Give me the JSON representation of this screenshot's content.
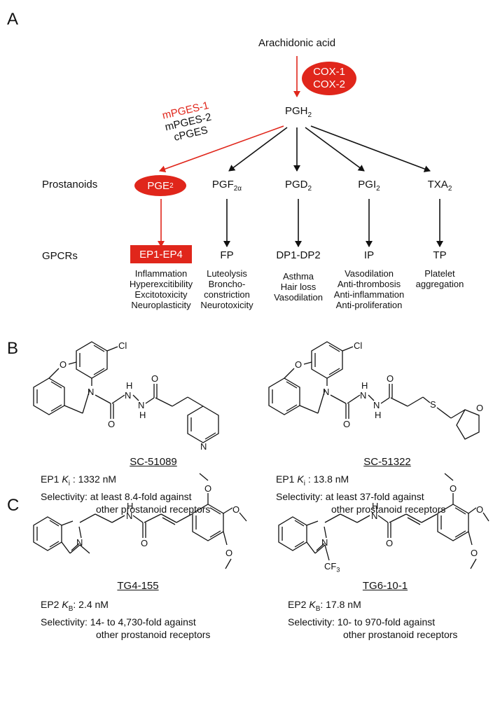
{
  "panels": {
    "a": "A",
    "b": "B",
    "c": "C"
  },
  "pathway": {
    "substrate": "Arachidonic acid",
    "cox": [
      "COX-1",
      "COX-2"
    ],
    "intermediate": {
      "base": "PGH",
      "sub": "2"
    },
    "synthases": [
      "mPGES-1",
      "mPGES-2",
      "cPGES"
    ],
    "prostanoids_label": "Prostanoids",
    "gpcrs_label": "GPCRs",
    "branches": [
      {
        "prostanoid": {
          "base": "PGE",
          "sub": "2"
        },
        "receptor": "EP1-EP4",
        "effects": [
          "Inflammation",
          "Hyperexcitibility",
          "Excitotoxicity",
          "Neuroplasticity"
        ],
        "highlight": true
      },
      {
        "prostanoid": {
          "base": "PGF",
          "sub": "2α"
        },
        "receptor": "FP",
        "effects": [
          "Luteolysis",
          "Broncho-",
          "constriction",
          "Neurotoxicity"
        ],
        "highlight": false
      },
      {
        "prostanoid": {
          "base": "PGD",
          "sub": "2"
        },
        "receptor": "DP1-DP2",
        "effects": [
          "Asthma",
          "Hair loss",
          "Vasodilation"
        ],
        "highlight": false
      },
      {
        "prostanoid": {
          "base": "PGI",
          "sub": "2"
        },
        "receptor": "IP",
        "effects": [
          "Vasodilation",
          "Anti-thrombosis",
          "Anti-inflammation",
          "Anti-proliferation"
        ],
        "highlight": false
      },
      {
        "prostanoid": {
          "base": "TXA",
          "sub": "2"
        },
        "receptor": "TP",
        "effects": [
          "Platelet",
          "aggregation"
        ],
        "highlight": false
      }
    ],
    "colors": {
      "highlight": "#e0261b",
      "default": "#111111"
    }
  },
  "compounds": [
    {
      "name": "SC-51089",
      "receptor": "EP1",
      "k_symbol": "K",
      "k_sub": "i",
      "k_value": ": 1332 nM",
      "selectivity": "Selectivity: at least 8.4-fold against",
      "selectivity2": "other prostanoid receptors",
      "substituents": [
        "Cl",
        "O",
        "O",
        "N",
        "N",
        "H",
        "H",
        "N"
      ]
    },
    {
      "name": "SC-51322",
      "receptor": "EP1",
      "k_symbol": "K",
      "k_sub": "i",
      "k_value": ": 13.8 nM",
      "selectivity": "Selectivity: at least 37-fold against",
      "selectivity2": "other prostanoid receptors",
      "substituents": [
        "Cl",
        "O",
        "O",
        "N",
        "N",
        "H",
        "H",
        "S",
        "O"
      ]
    },
    {
      "name": "TG4-155",
      "receptor": "EP2",
      "k_symbol": "K",
      "k_sub": "B",
      "k_value": ": 2.4 nM",
      "selectivity": "Selectivity: 14- to 4,730-fold against",
      "selectivity2": "other prostanoid receptors",
      "substituents": [
        "N",
        "N",
        "H",
        "O",
        "O",
        "O",
        "O"
      ]
    },
    {
      "name": "TG6-10-1",
      "receptor": "EP2",
      "k_symbol": "K",
      "k_sub": "B",
      "k_value": ": 17.8 nM",
      "selectivity": "Selectivity: 10- to 970-fold against",
      "selectivity2": "other prostanoid receptors",
      "substituents": [
        "N",
        "N",
        "H",
        "O",
        "O",
        "O",
        "O",
        "CF",
        "3"
      ]
    }
  ]
}
